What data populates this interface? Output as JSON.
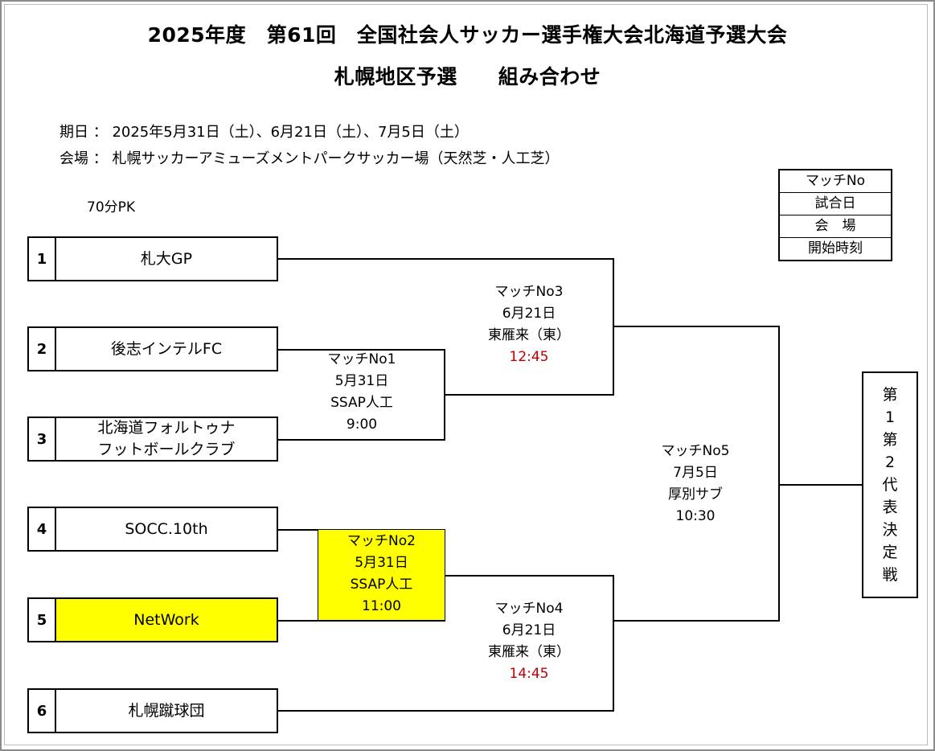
{
  "header": {
    "title_line1": "2025年度　第61回　全国社会人サッカー選手権大会北海道予選大会",
    "title_line2": "札幌地区予選　　組み合わせ"
  },
  "info": {
    "dates": "期日 ： 2025年5月31日（土）、6月21日（土）、7月5日（土）",
    "venue": "会場 ： 札幌サッカーアミューズメントパークサッカー場（天然芝・人工芝）"
  },
  "rule": "70分PK",
  "legend": [
    "マッチNo",
    "試合日",
    "会　場",
    "開始時刻"
  ],
  "teams": [
    {
      "num": "1",
      "name": "札大GP"
    },
    {
      "num": "2",
      "name": "後志インテルFC"
    },
    {
      "num": "3",
      "name_line1": "北海道フォルトゥナ",
      "name_line2": "フットボールクラブ"
    },
    {
      "num": "4",
      "name": "SOCC.10th"
    },
    {
      "num": "5",
      "name": "NetWork"
    },
    {
      "num": "6",
      "name": "札幌蹴球団"
    }
  ],
  "matches": {
    "m1": {
      "no": "マッチNo1",
      "date": "5月31日",
      "venue": "SSAP人工",
      "time": "9:00"
    },
    "m2": {
      "no": "マッチNo2",
      "date": "5月31日",
      "venue": "SSAP人工",
      "time": "11:00"
    },
    "m3": {
      "no": "マッチNo3",
      "date": "6月21日",
      "venue": "東雁来（東）",
      "time": "12:45"
    },
    "m4": {
      "no": "マッチNo4",
      "date": "6月21日",
      "venue": "東雁来（東）",
      "time": "14:45"
    },
    "m5": {
      "no": "マッチNo5",
      "date": "7月5日",
      "venue": "厚別サブ",
      "time": "10:30"
    }
  },
  "final_label": [
    "第",
    "1",
    "第",
    "2",
    "代",
    "表",
    "決",
    "定",
    "戦"
  ],
  "colors": {
    "highlight": "#ffff00",
    "time_red": "#c00000"
  }
}
